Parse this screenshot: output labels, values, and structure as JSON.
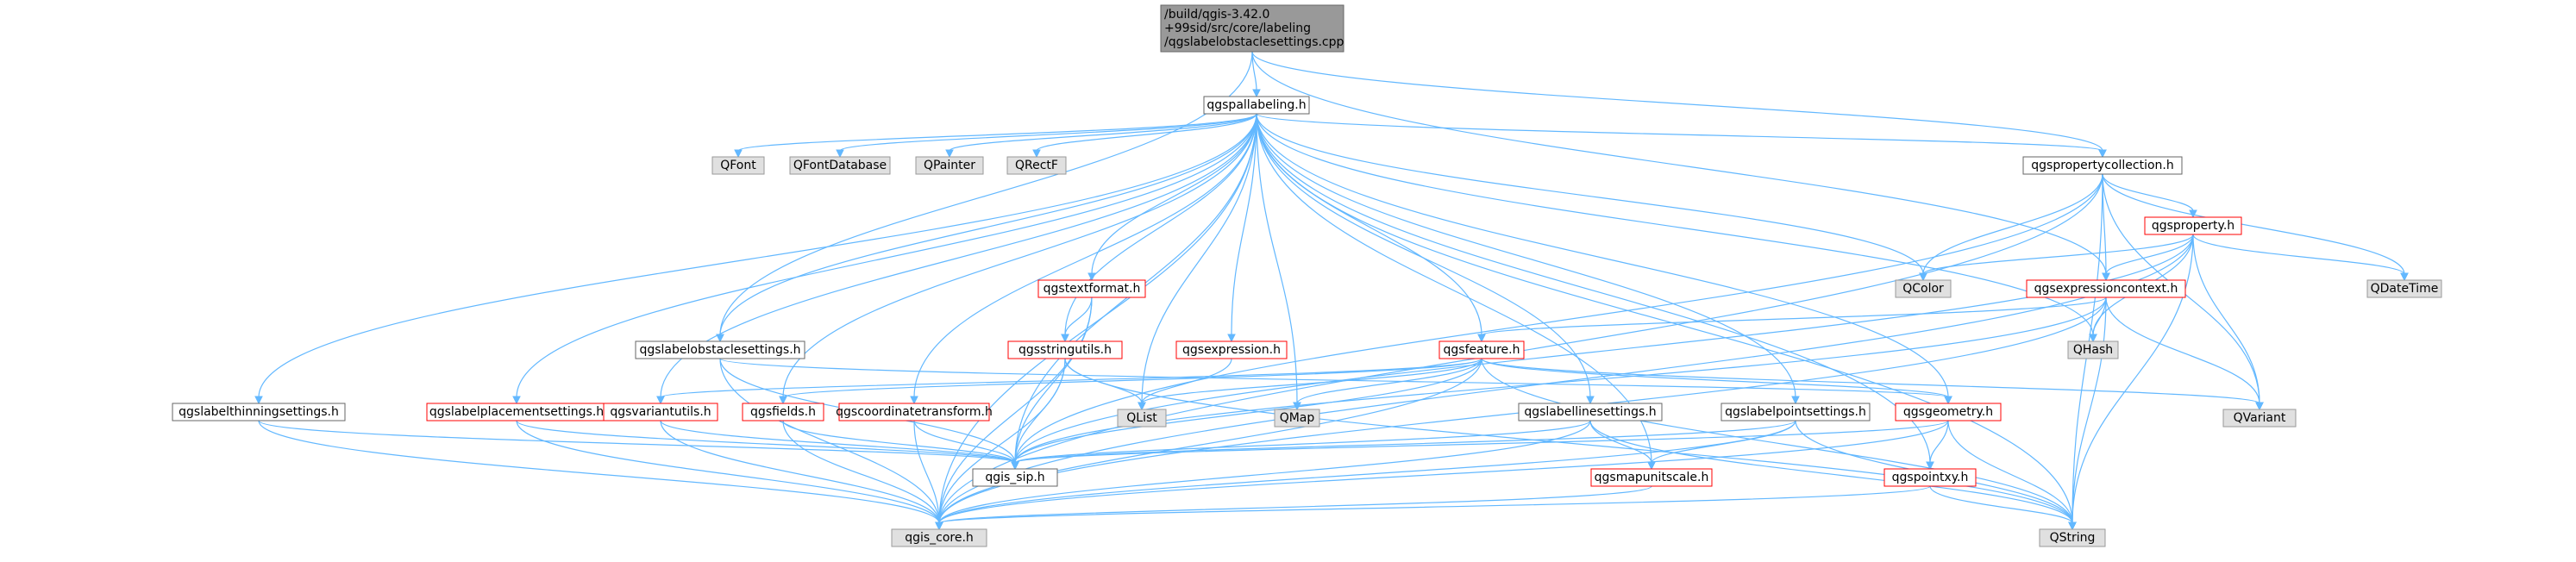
{
  "colors": {
    "edge": "#63b8ff",
    "root_fill": "#999999",
    "root_stroke": "#666666",
    "node_fill": "#ffffff",
    "node_stroke": "#666666",
    "truncated_stroke": "#ff0000",
    "external_fill": "#e0e0e0",
    "external_stroke": "#999999",
    "text": "#000000"
  },
  "nodes": [
    {
      "id": "root",
      "lines": [
        "/build/qgis-3.42.0",
        "+99sid/src/core/labeling",
        "/qgslabelobstaclesettings.cpp"
      ],
      "style": "root"
    },
    {
      "id": "pallabeling",
      "lines": [
        "qgspallabeling.h"
      ],
      "style": "normal"
    },
    {
      "id": "qfont",
      "lines": [
        "QFont"
      ],
      "style": "external"
    },
    {
      "id": "qfontdatabase",
      "lines": [
        "QFontDatabase"
      ],
      "style": "external"
    },
    {
      "id": "qpainter",
      "lines": [
        "QPainter"
      ],
      "style": "external"
    },
    {
      "id": "qrectf",
      "lines": [
        "QRectF"
      ],
      "style": "external"
    },
    {
      "id": "propcoll",
      "lines": [
        "qgspropertycollection.h"
      ],
      "style": "normal"
    },
    {
      "id": "property",
      "lines": [
        "qgsproperty.h"
      ],
      "style": "truncated"
    },
    {
      "id": "qcolor",
      "lines": [
        "QColor"
      ],
      "style": "external"
    },
    {
      "id": "exprcontext",
      "lines": [
        "qgsexpressioncontext.h"
      ],
      "style": "truncated"
    },
    {
      "id": "qdatetime",
      "lines": [
        "QDateTime"
      ],
      "style": "external"
    },
    {
      "id": "qhash",
      "lines": [
        "QHash"
      ],
      "style": "external"
    },
    {
      "id": "textformat",
      "lines": [
        "qgstextformat.h"
      ],
      "style": "truncated"
    },
    {
      "id": "obstacle",
      "lines": [
        "qgslabelobstaclesettings.h"
      ],
      "style": "normal"
    },
    {
      "id": "stringutils",
      "lines": [
        "qgsstringutils.h"
      ],
      "style": "truncated"
    },
    {
      "id": "expression",
      "lines": [
        "qgsexpression.h"
      ],
      "style": "truncated"
    },
    {
      "id": "feature",
      "lines": [
        "qgsfeature.h"
      ],
      "style": "truncated"
    },
    {
      "id": "thinning",
      "lines": [
        "qgslabelthinningsettings.h"
      ],
      "style": "normal"
    },
    {
      "id": "placement",
      "lines": [
        "qgslabelplacementsettings.h"
      ],
      "style": "truncated"
    },
    {
      "id": "variantutils",
      "lines": [
        "qgsvariantutils.h"
      ],
      "style": "truncated"
    },
    {
      "id": "fields",
      "lines": [
        "qgsfields.h"
      ],
      "style": "truncated"
    },
    {
      "id": "coordtransform",
      "lines": [
        "qgscoordinatetransform.h"
      ],
      "style": "truncated"
    },
    {
      "id": "qlist",
      "lines": [
        "QList"
      ],
      "style": "external"
    },
    {
      "id": "qmap",
      "lines": [
        "QMap"
      ],
      "style": "external"
    },
    {
      "id": "linesettings",
      "lines": [
        "qgslabellinesettings.h"
      ],
      "style": "normal"
    },
    {
      "id": "pointsettings",
      "lines": [
        "qgslabelpointsettings.h"
      ],
      "style": "normal"
    },
    {
      "id": "geometry",
      "lines": [
        "qgsgeometry.h"
      ],
      "style": "truncated"
    },
    {
      "id": "qvariant",
      "lines": [
        "QVariant"
      ],
      "style": "external"
    },
    {
      "id": "qgissip",
      "lines": [
        "qgis_sip.h"
      ],
      "style": "normal"
    },
    {
      "id": "mapunitscale",
      "lines": [
        "qgsmapunitscale.h"
      ],
      "style": "truncated"
    },
    {
      "id": "pointxy",
      "lines": [
        "qgspointxy.h"
      ],
      "style": "truncated"
    },
    {
      "id": "qgiscore",
      "lines": [
        "qgis_core.h"
      ],
      "style": "external"
    },
    {
      "id": "qstring",
      "lines": [
        "QString"
      ],
      "style": "external"
    }
  ]
}
